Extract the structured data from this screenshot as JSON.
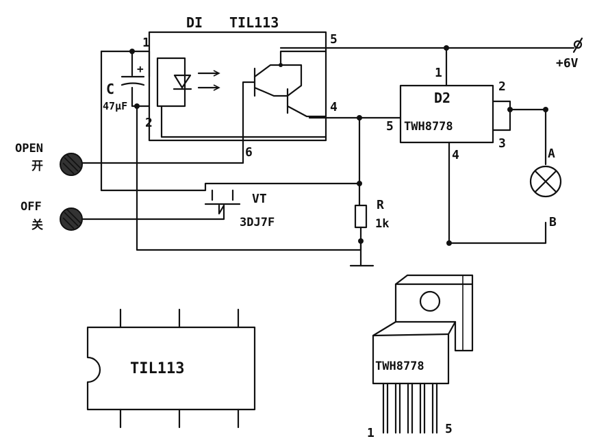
{
  "diagram": {
    "optocoupler": {
      "designator": "DI",
      "part": "TIL113"
    },
    "optocoupler_pins": {
      "p1": "1",
      "p2": "2",
      "p4": "4",
      "p5": "5",
      "p6": "6"
    },
    "capacitor": {
      "designator": "C",
      "value": "47μF",
      "polarity": "+"
    },
    "switch_chip": {
      "designator": "D2",
      "part": "TWH8778"
    },
    "switch_chip_pins": {
      "p1": "1",
      "p2": "2",
      "p3": "3",
      "p4": "4",
      "p5": "5"
    },
    "supply": "+6V",
    "transistor": {
      "designator": "VT",
      "part": "3DJ7F"
    },
    "resistor": {
      "designator": "R",
      "value": "1k"
    },
    "open_button": {
      "en": "OPEN",
      "zh": "开"
    },
    "off_button": {
      "en": "OFF",
      "zh": "关"
    },
    "lamp": {
      "a": "A",
      "b": "B"
    },
    "ic_package_label": "TIL113",
    "to220_label": "TWH8778",
    "to220_pins": {
      "first": "1",
      "last": "5"
    }
  }
}
